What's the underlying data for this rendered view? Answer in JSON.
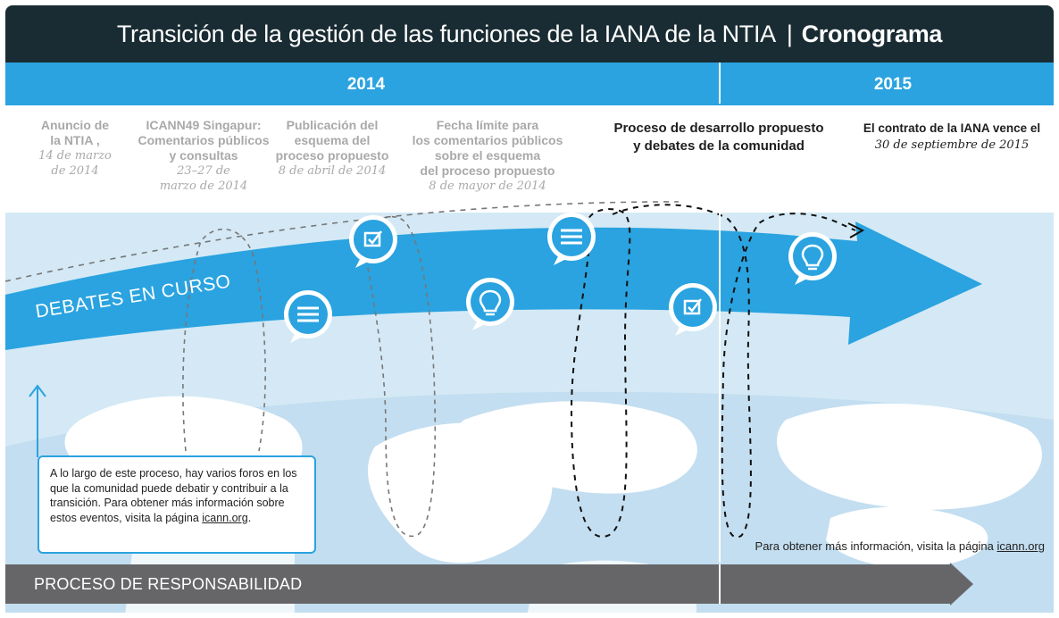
{
  "title": {
    "main": "Transición de la gestión de las funciones de la IANA de la NTIA",
    "separator": "|",
    "bold": "Cronograma"
  },
  "years": {
    "y2014": "2014",
    "y2015": "2015"
  },
  "events": [
    {
      "lines": [
        "Anuncio de",
        "la NTIA ,"
      ],
      "date_lines": [
        "14 de marzo",
        "de 2014"
      ]
    },
    {
      "lines": [
        "ICANN49 Singapur:",
        "Comentarios públicos",
        "y consultas"
      ],
      "date_lines": [
        "23–27 de",
        "marzo de 2014"
      ]
    },
    {
      "lines": [
        "Publicación del",
        "esquema del",
        "proceso propuesto"
      ],
      "date_lines": [
        "8 de abril de 2014"
      ]
    },
    {
      "lines": [
        "Fecha límite para",
        "los comentarios públicos",
        "sobre el esquema",
        "del proceso propuesto"
      ],
      "date_lines": [
        "8 de mayor de 2014"
      ]
    },
    {
      "lines": [
        "Proceso de desarrollo propuesto",
        "y debates de la comunidad"
      ],
      "date_lines": []
    },
    {
      "lines": [
        "El contrato de la IANA vence el"
      ],
      "date_lines": [
        "30 de septiembre de 2015"
      ]
    }
  ],
  "ongoing_label": "DEBATES EN CURSO",
  "note": {
    "text": "A lo largo de este proceso, hay varios foros en los que la comunidad puede debatir y contribuir a la transición. Para obtener más información sobre estos eventos, visita la página ",
    "link": "icann.org",
    "end": "."
  },
  "more_info": {
    "text": "Para obtener más información, visita la página ",
    "link": "icann.org"
  },
  "accountability_label": "PROCESO DE RESPONSABILIDAD",
  "icons": [
    "message-bubble-icon",
    "checkbox-bubble-icon",
    "lightbulb-bubble-icon"
  ],
  "colors": {
    "header": "#1a2c33",
    "accent_blue": "#2aa3e0",
    "light_blue": "#d4e9f5",
    "globe_white": "#ffffff",
    "gray_arrow": "#666669",
    "muted_text": "#a9a9a9"
  }
}
